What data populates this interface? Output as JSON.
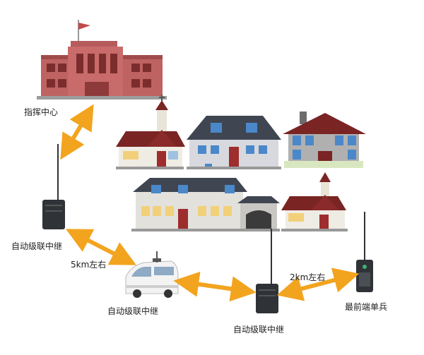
{
  "nodes": {
    "command_center": "指挥中心",
    "relay_left": "自动级联中继",
    "relay_vehicle": "自动级联中继",
    "relay_bottom": "自动级联中继",
    "soldier": "最前端单兵"
  },
  "links": {
    "relay_to_vehicle": "5km左右",
    "relay_to_soldier": "2km左右"
  },
  "colors": {
    "arrow": "#f2a41f",
    "building_red": "#b85c5c",
    "roof_dark": "#3f4652",
    "roof_red": "#8a2a2a",
    "device": "#2f3338"
  }
}
